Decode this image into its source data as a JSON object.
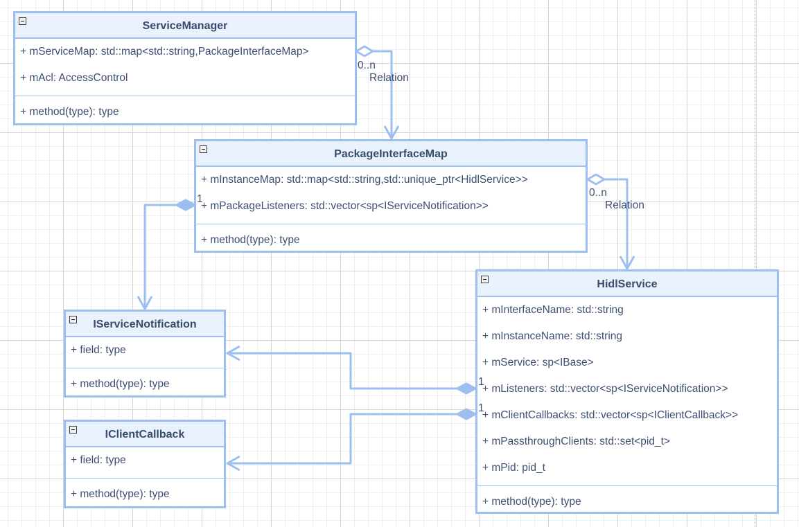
{
  "classes": {
    "service_manager": {
      "title": "ServiceManager",
      "fields": [
        "+ mServiceMap: std::map<std::string,PackageInterfaceMap>",
        "+ mAcl: AccessControl"
      ],
      "methods": [
        "+ method(type): type"
      ]
    },
    "package_interface_map": {
      "title": "PackageInterfaceMap",
      "fields": [
        "+ mInstanceMap: std::map<std::string,std::unique_ptr<HidlService>>",
        "+ mPackageListeners: std::vector<sp<IServiceNotification>>"
      ],
      "methods": [
        "+ method(type): type"
      ]
    },
    "iservice_notification": {
      "title": "IServiceNotification",
      "fields": [
        "+ field: type"
      ],
      "methods": [
        "+ method(type): type"
      ]
    },
    "iclient_callback": {
      "title": "IClientCallback",
      "fields": [
        "+ field: type"
      ],
      "methods": [
        "+ method(type): type"
      ]
    },
    "hidl_service": {
      "title": "HidlService",
      "fields": [
        "+ mInterfaceName: std::string",
        "+ mInstanceName: std::string",
        "+ mService: sp<IBase>",
        "+ mListeners: std::vector<sp<IServiceNotification>>",
        "+ mClientCallbacks: std::vector<sp<IClientCallback>>",
        "+ mPassthroughClients: std::set<pid_t>",
        "+ mPid: pid_t"
      ],
      "methods": [
        "+ method(type): type"
      ]
    }
  },
  "relations": {
    "sm_to_pim": {
      "label": "Relation",
      "multiplicity": "0..n"
    },
    "pim_to_hidl": {
      "label": "Relation",
      "multiplicity": "0..n"
    },
    "pim_to_isn": {
      "multiplicity": "1"
    },
    "hidl_to_isn": {
      "multiplicity": "1"
    },
    "hidl_to_icc": {
      "multiplicity": "1"
    }
  },
  "colors": {
    "stroke": "#9dbff0",
    "header_fill": "#e9f1fc",
    "text": "#3e4f72"
  }
}
